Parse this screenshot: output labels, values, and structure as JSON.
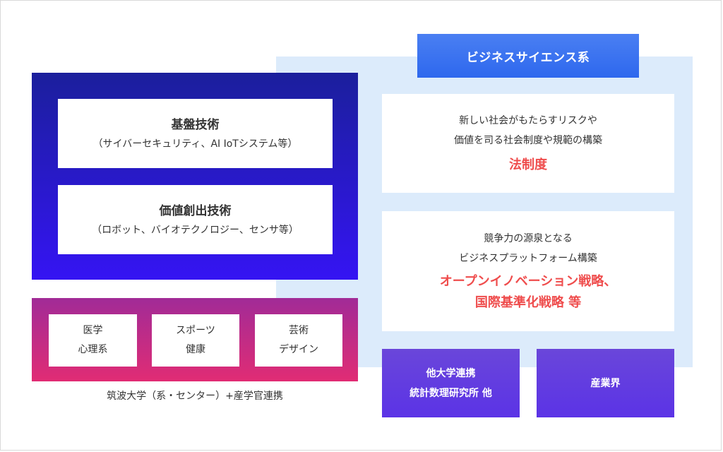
{
  "business_science": {
    "header": "ビジネスサイエンス系",
    "law_card": {
      "line1": "新しい社会がもたらすリスクや",
      "line2": "価値を司る社会制度や規範の構築",
      "accent": "法制度"
    },
    "competition_card": {
      "line1": "競争力の源泉となる",
      "line2": "ビジネスプラットフォーム構築",
      "accent1": "オープンイノベーション戦略、",
      "accent2": "国際基準化戦略 等"
    }
  },
  "technology": {
    "foundation": {
      "title": "基盤技術",
      "sub": "（サイバーセキュリティ、AI IoTシステム等）"
    },
    "value_creation": {
      "title": "価値創出技術",
      "sub": "（ロボット、バイオテクノロジー、センサ等）"
    }
  },
  "tsukuba": {
    "boxes": [
      {
        "line1": "医学",
        "line2": "心理系"
      },
      {
        "line1": "スポーツ",
        "line2": "健康"
      },
      {
        "line1": "芸術",
        "line2": "デザイン"
      }
    ],
    "caption": "筑波大学（系・センター）+産学官連携"
  },
  "external": {
    "universities": {
      "line1": "他大学連携",
      "line2": "統計数理研究所 他"
    },
    "industry": "産業界"
  },
  "colors": {
    "accent_red": "#ef4d4d",
    "tech_panel": "#2a18d0",
    "tsukuba_panel": "#c22b85",
    "external_box": "#6040e0",
    "bs_panel": "#dcebfb",
    "bs_header": "#3a72f0"
  }
}
